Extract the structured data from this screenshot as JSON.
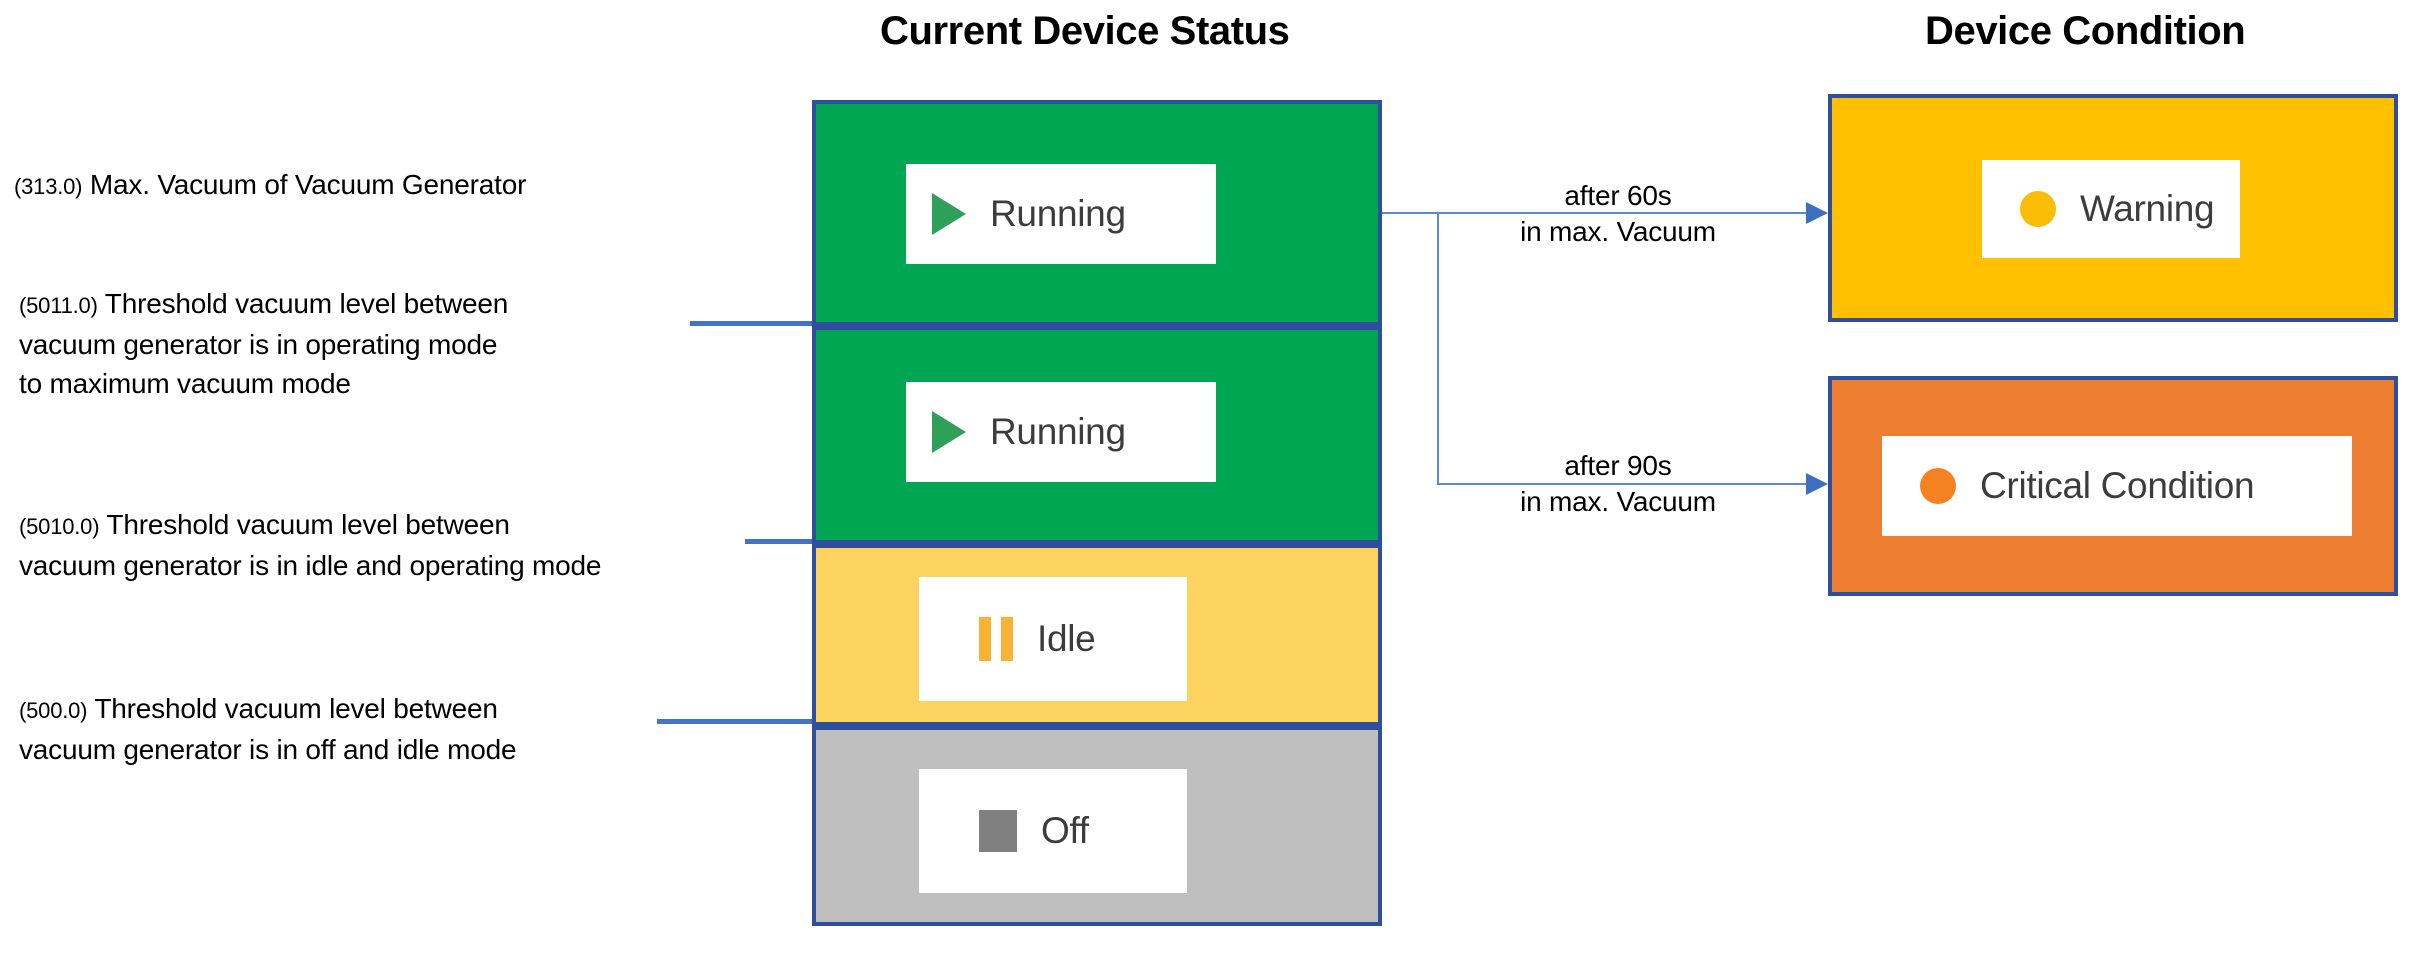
{
  "headings": {
    "status": "Current Device Status",
    "condition": "Device Condition"
  },
  "annotations": [
    {
      "code": "(313.0)",
      "text": "Max. Vacuum of Vacuum Generator",
      "line1": "Max. Vacuum of Vacuum Generator",
      "line2": "",
      "line3": ""
    },
    {
      "code": "(5011.0)",
      "line1": "Threshold vacuum level between",
      "line2": "vacuum generator is in operating mode",
      "line3": "to maximum vacuum mode"
    },
    {
      "code": "(5010.0)",
      "line1": "Threshold vacuum level between",
      "line2": "vacuum generator is in idle and operating mode",
      "line3": ""
    },
    {
      "code": "(500.0)",
      "line1": "Threshold vacuum level between",
      "line2": "vacuum generator is in off and idle mode",
      "line3": ""
    }
  ],
  "status_stack": [
    {
      "id": "running-max",
      "label": "Running",
      "icon": "play-icon",
      "band_color": "#00A651",
      "icon_color": "#2EA05A"
    },
    {
      "id": "running-operating",
      "label": "Running",
      "icon": "play-icon",
      "band_color": "#00A651",
      "icon_color": "#2EA05A"
    },
    {
      "id": "idle",
      "label": "Idle",
      "icon": "pause-icon",
      "band_color": "#FBD35E",
      "icon_color": "#F9B233"
    },
    {
      "id": "off",
      "label": "Off",
      "icon": "stop-icon",
      "band_color": "#BFBFBF",
      "icon_color": "#808080"
    }
  ],
  "conditions": [
    {
      "id": "warning",
      "label": "Warning",
      "icon": "status-dot-icon",
      "box_color": "#FFC000",
      "dot_color": "#FBBC04"
    },
    {
      "id": "critical",
      "label": "Critical Condition",
      "icon": "status-dot-icon",
      "box_color": "#ED7D31",
      "dot_color": "#F58220"
    }
  ],
  "transitions": [
    {
      "id": "to-warning",
      "line1": "after 60s",
      "line2": "in max. Vacuum"
    },
    {
      "id": "to-critical",
      "line1": "after 90s",
      "line2": "in max. Vacuum"
    }
  ],
  "colors": {
    "border_navy": "#2F4E9E",
    "leader_blue": "#4472C4",
    "connector_blue": "#5B8AD4",
    "arrowhead_blue": "#3E6FBF"
  }
}
